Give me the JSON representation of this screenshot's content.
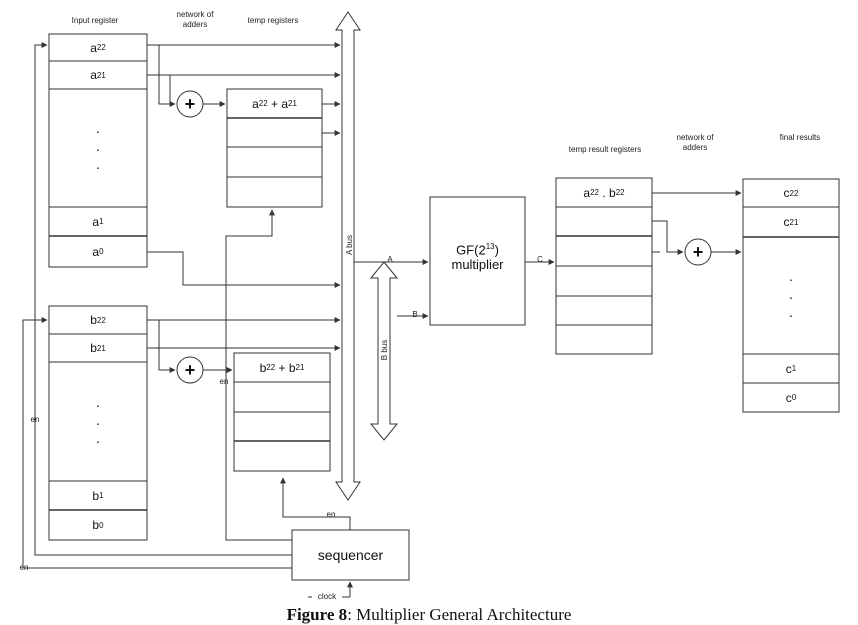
{
  "labels": {
    "input_register": "Input register",
    "network_of_adders_1": "network of adders",
    "temp_registers": "temp registers",
    "temp_result_registers": "temp result registers",
    "network_of_adders_2": "network of adders",
    "final_results": "final results",
    "a_bus": "A bus",
    "b_bus": "B bus",
    "port_a": "A",
    "port_b": "B",
    "port_c": "C",
    "en_left": "en",
    "en_bottom": "en",
    "en_mid": "en",
    "en_seq": "en",
    "clock": "clock"
  },
  "registers": {
    "a_top": [
      "a22",
      "a21"
    ],
    "a_bottom": [
      "a1",
      "a0"
    ],
    "b_top": [
      "b22",
      "b21"
    ],
    "b_bottom": [
      "b1",
      "b0"
    ],
    "temp_a": "a22 + a21",
    "temp_b": "b22 + b21",
    "temp_result": "a22 . b22",
    "final_top": [
      "c22",
      "c21"
    ],
    "final_bottom": [
      "c1",
      "c0"
    ],
    "ellipsis": ". . ."
  },
  "multiplier": {
    "line1": "GF(2",
    "exp": "13",
    "line1_end": ")",
    "line2": "multiplier"
  },
  "sequencer": "sequencer",
  "adder_symbol": "+",
  "caption": {
    "prefix": "Figure 8",
    "text": ": Multiplier General Architecture"
  }
}
